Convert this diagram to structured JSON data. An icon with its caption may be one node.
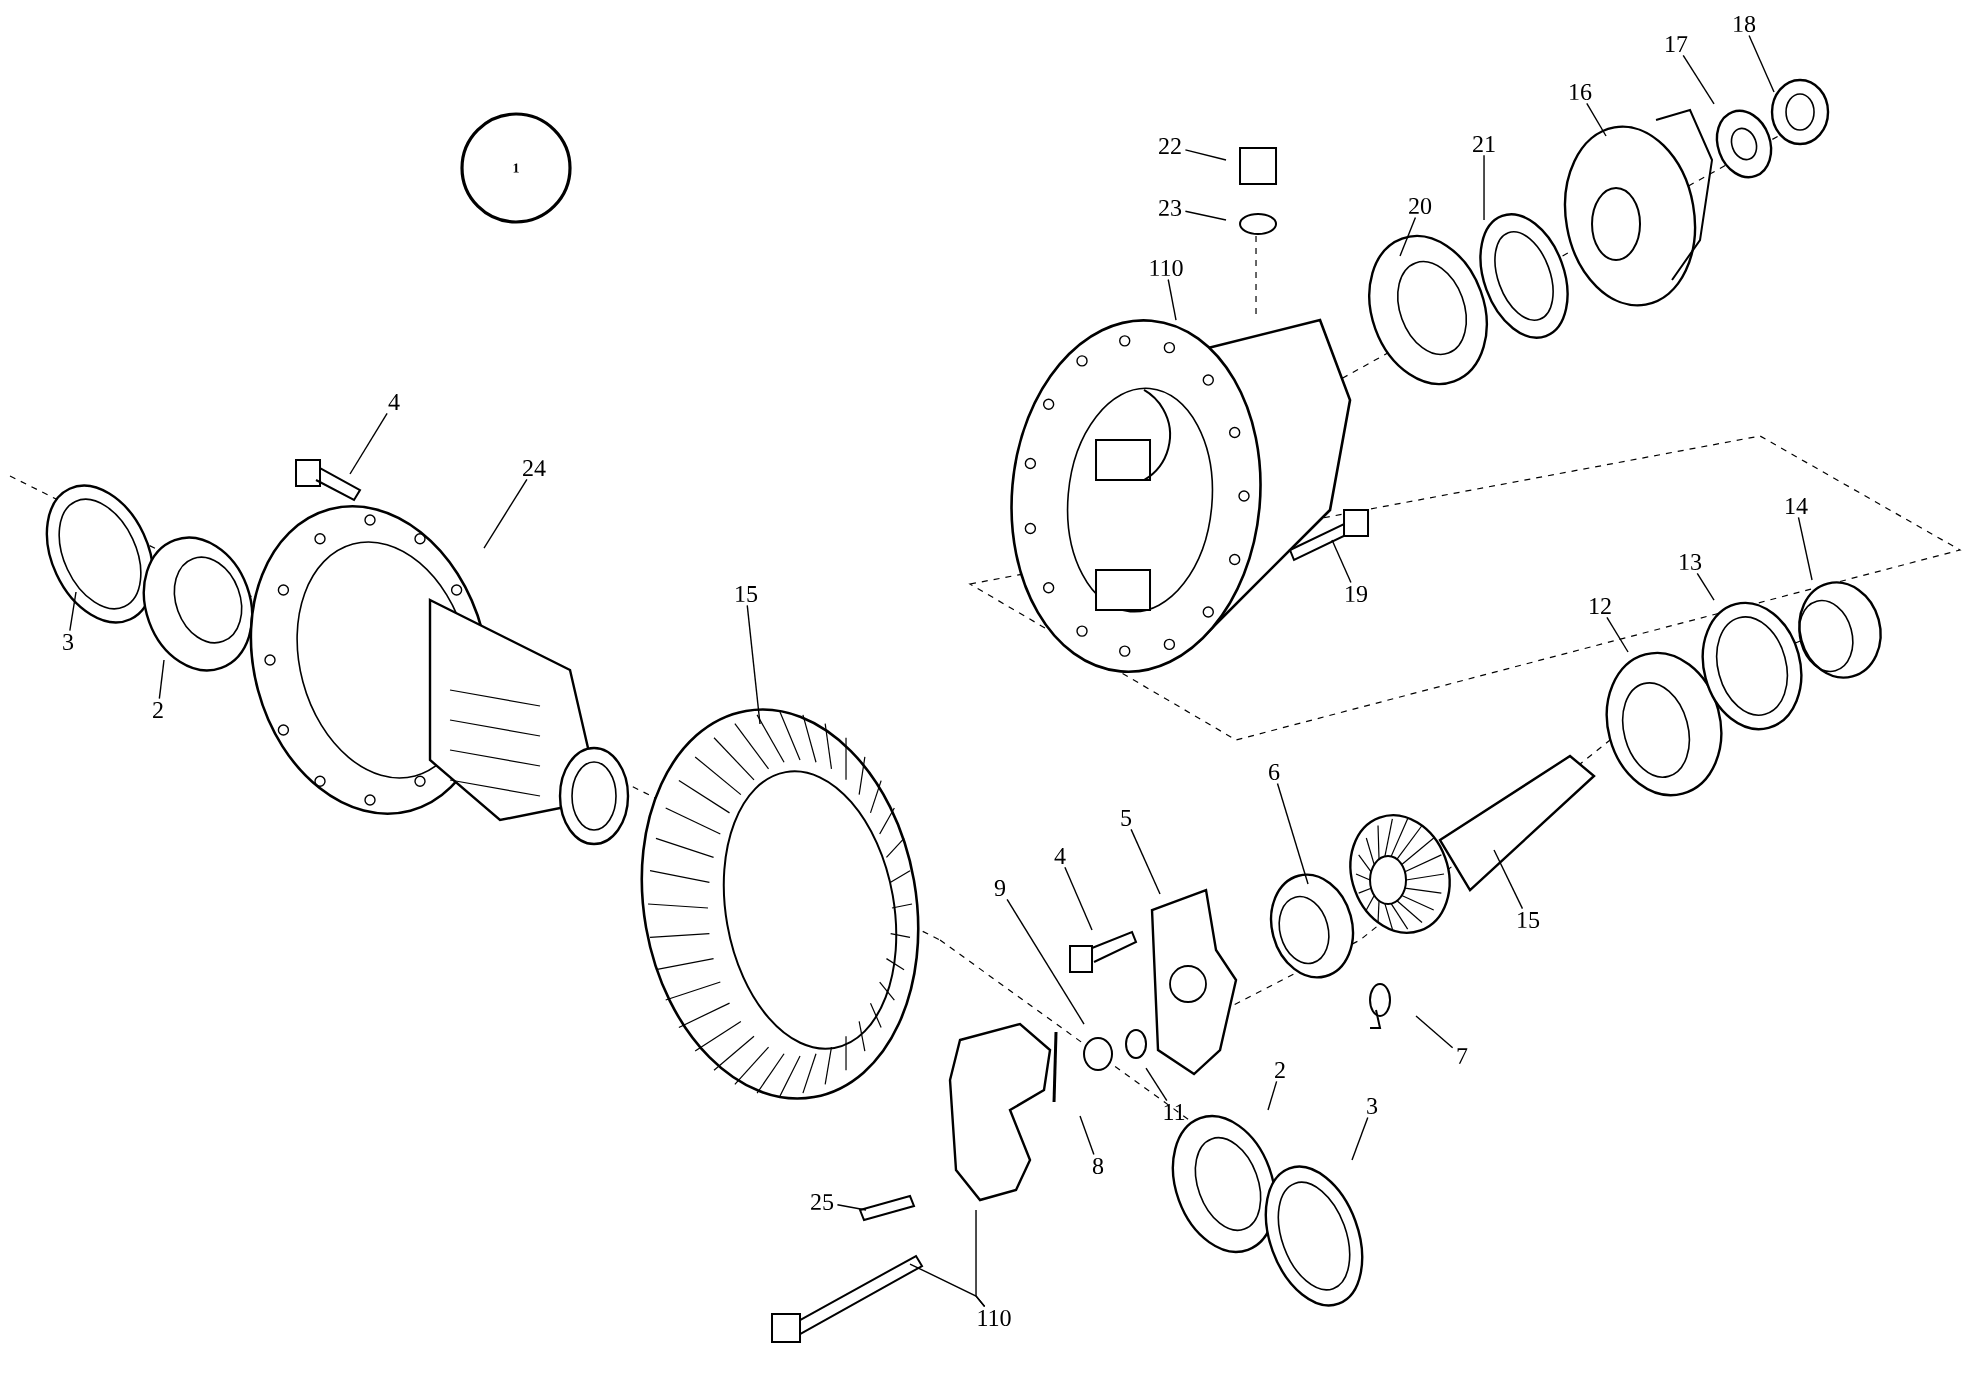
{
  "diagram": {
    "nodes": [
      {
        "text": [
          "1"
        ]
      },
      {
        "text": [
          "18"
        ]
      },
      {
        "text": [
          "17"
        ]
      },
      {
        "text": [
          "16"
        ]
      },
      {
        "text": [
          "22"
        ]
      },
      {
        "text": [
          "23"
        ]
      },
      {
        "text": [
          "21"
        ]
      },
      {
        "text": [
          "20"
        ]
      },
      {
        "text": [
          "110"
        ]
      },
      {
        "text": [
          "4"
        ]
      },
      {
        "text": [
          "24"
        ]
      },
      {
        "text": [
          "14"
        ]
      },
      {
        "text": [
          "13"
        ]
      },
      {
        "text": [
          "12"
        ]
      },
      {
        "text": [
          "19"
        ]
      },
      {
        "text": [
          "3"
        ]
      },
      {
        "text": [
          "2"
        ]
      },
      {
        "text": [
          "15"
        ]
      },
      {
        "text": [
          "6"
        ]
      },
      {
        "text": [
          "5"
        ]
      },
      {
        "text": [
          "4"
        ]
      },
      {
        "text": [
          "9"
        ]
      },
      {
        "text": [
          "15"
        ]
      },
      {
        "text": [
          "7"
        ]
      },
      {
        "text": [
          "11"
        ]
      },
      {
        "text": [
          "8"
        ]
      },
      {
        "text": [
          "2"
        ]
      },
      {
        "text": [
          "3"
        ]
      },
      {
        "text": [
          "25"
        ]
      },
      {
        "text": [
          "110"
        ]
      }
    ],
    "edges": [
      {
        "from": 1,
        "to": null,
        "arrow": "none"
      },
      {
        "from": 2,
        "to": null,
        "arrow": "none"
      },
      {
        "from": 3,
        "to": null,
        "arrow": "none"
      },
      {
        "from": 4,
        "to": null,
        "arrow": "none"
      },
      {
        "from": 5,
        "to": null,
        "arrow": "none"
      },
      {
        "from": 6,
        "to": null,
        "arrow": "none"
      },
      {
        "from": 7,
        "to": null,
        "arrow": "none"
      },
      {
        "from": 8,
        "to": null,
        "arrow": "none"
      },
      {
        "from": 9,
        "to": null,
        "arrow": "none"
      },
      {
        "from": 10,
        "to": null,
        "arrow": "none"
      },
      {
        "from": 11,
        "to": null,
        "arrow": "none"
      },
      {
        "from": 12,
        "to": null,
        "arrow": "none"
      },
      {
        "from": 13,
        "to": null,
        "arrow": "none"
      },
      {
        "from": 14,
        "to": null,
        "arrow": "none"
      },
      {
        "from": 15,
        "to": null,
        "arrow": "none"
      },
      {
        "from": 16,
        "to": null,
        "arrow": "none"
      },
      {
        "from": 17,
        "to": null,
        "arrow": "none"
      },
      {
        "from": 18,
        "to": null,
        "arrow": "none"
      },
      {
        "from": 19,
        "to": null,
        "arrow": "none"
      },
      {
        "from": 20,
        "to": null,
        "arrow": "none"
      },
      {
        "from": 21,
        "to": null,
        "arrow": "none"
      },
      {
        "from": 22,
        "to": null,
        "arrow": "none"
      },
      {
        "from": 23,
        "to": null,
        "arrow": "none"
      },
      {
        "from": 24,
        "to": null,
        "arrow": "none"
      },
      {
        "from": 25,
        "to": null,
        "arrow": "none"
      },
      {
        "from": 26,
        "to": null,
        "arrow": "none"
      },
      {
        "from": 27,
        "to": null,
        "arrow": "none"
      },
      {
        "from": 28,
        "to": null,
        "arrow": "none"
      },
      {
        "from": 29,
        "to": null,
        "arrow": "none"
      },
      {
        "from": 29,
        "to": null,
        "arrow": "none"
      }
    ]
  }
}
